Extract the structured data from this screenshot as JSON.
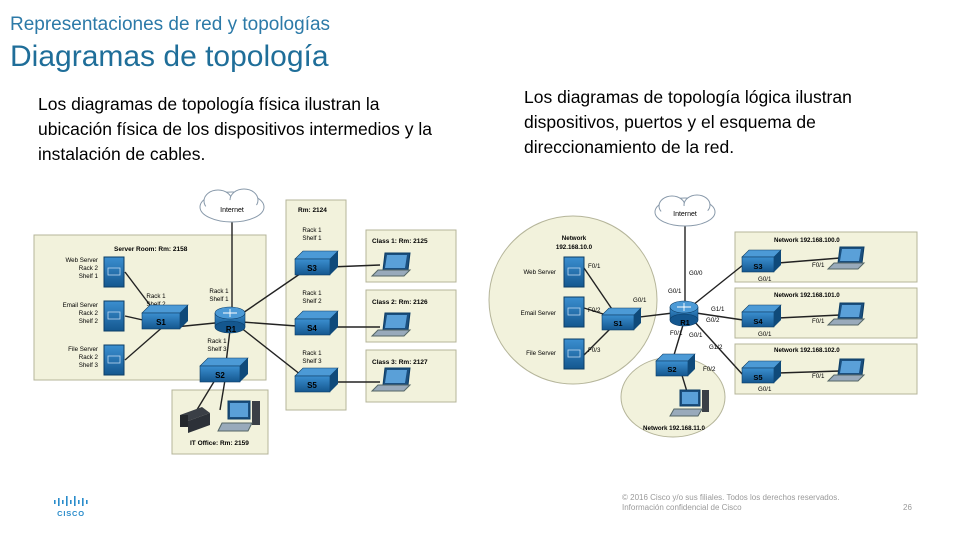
{
  "header": {
    "subtitle": "Representaciones de red y topologías",
    "title": "Diagramas de topología"
  },
  "left_text": "Los diagramas de topología física ilustran la ubicación física de los dispositivos intermedios y la instalación de cables.",
  "right_text": "Los diagramas de topología lógica ilustran dispositivos, puertos y el esquema de direccionamiento de la red.",
  "physical": {
    "cloud": "Internet",
    "server_room": "Server Room: Rm: 2158",
    "rm_top": "Rm: 2124",
    "web_server": [
      "Web Server",
      "Rack 2",
      "Shelf 1"
    ],
    "email_server": [
      "Email Server",
      "Rack 2",
      "Shelf 2"
    ],
    "file_server": [
      "File Server",
      "Rack 2",
      "Shelf 3"
    ],
    "s1_loc": [
      "Rack 1",
      "Shelf 2"
    ],
    "r1_loc": [
      "Rack 1",
      "Shelf 1"
    ],
    "s2_loc": [
      "Rack 1",
      "Shelf 3"
    ],
    "s3_loc": [
      "Rack 1",
      "Shelf 1"
    ],
    "s4_loc": [
      "Rack 1",
      "Shelf 2"
    ],
    "s5_loc": [
      "Rack 1",
      "Shelf 3"
    ],
    "class1": "Class 1: Rm: 2125",
    "class2": "Class 2: Rm: 2126",
    "class3": "Class 3: Rm: 2127",
    "it_office": "IT Office: Rm: 2159",
    "devices": {
      "s1": "S1",
      "s2": "S2",
      "s3": "S3",
      "s4": "S4",
      "s5": "S5",
      "r1": "R1"
    }
  },
  "logical": {
    "cloud": "Internet",
    "network_label": "Network",
    "network_10": "192.168.10.0",
    "network_11": "Network 192.168.11.0",
    "network_100": "Network 192.168.100.0",
    "network_101": "Network 192.168.101.0",
    "network_102": "Network 192.168.102.0",
    "web_server": "Web Server",
    "email_server": "Email Server",
    "file_server": "File Server",
    "ports": {
      "s1_f01": "F0/1",
      "s1_f02": "F0/2",
      "s1_f03": "F0/3",
      "s1_g01": "G0/1",
      "r1_g00": "G0/0",
      "r1_g01": "G0/1",
      "r1_f01": "F0/1",
      "r1_g11": "G1/1",
      "r1_g02": "G0/2",
      "r1_g12": "G1/2",
      "s2_g01": "G0/1",
      "s2_f02": "F0/2",
      "s3_g01": "G0/1",
      "s3_f01": "F0/1",
      "s4_g01": "G0/1",
      "s4_f01": "F0/1",
      "s5_g01": "G0/1",
      "s5_f01": "F0/1"
    },
    "devices": {
      "s1": "S1",
      "s2": "S2",
      "s3": "S3",
      "s4": "S4",
      "s5": "S5",
      "r1": "R1"
    }
  },
  "footer": {
    "logo": "CISCO",
    "copyright": "© 2016 Cisco y/o sus filiales. Todos los derechos reservados.",
    "confidential": "Información confidencial de Cisco",
    "page": "26"
  },
  "colors": {
    "title": "#1f6e99",
    "subtitle": "#2c7aa8",
    "room_fill": "#f2f2dc",
    "device_blue": "#1d6fae",
    "cloud_fill": "#ffffff"
  }
}
